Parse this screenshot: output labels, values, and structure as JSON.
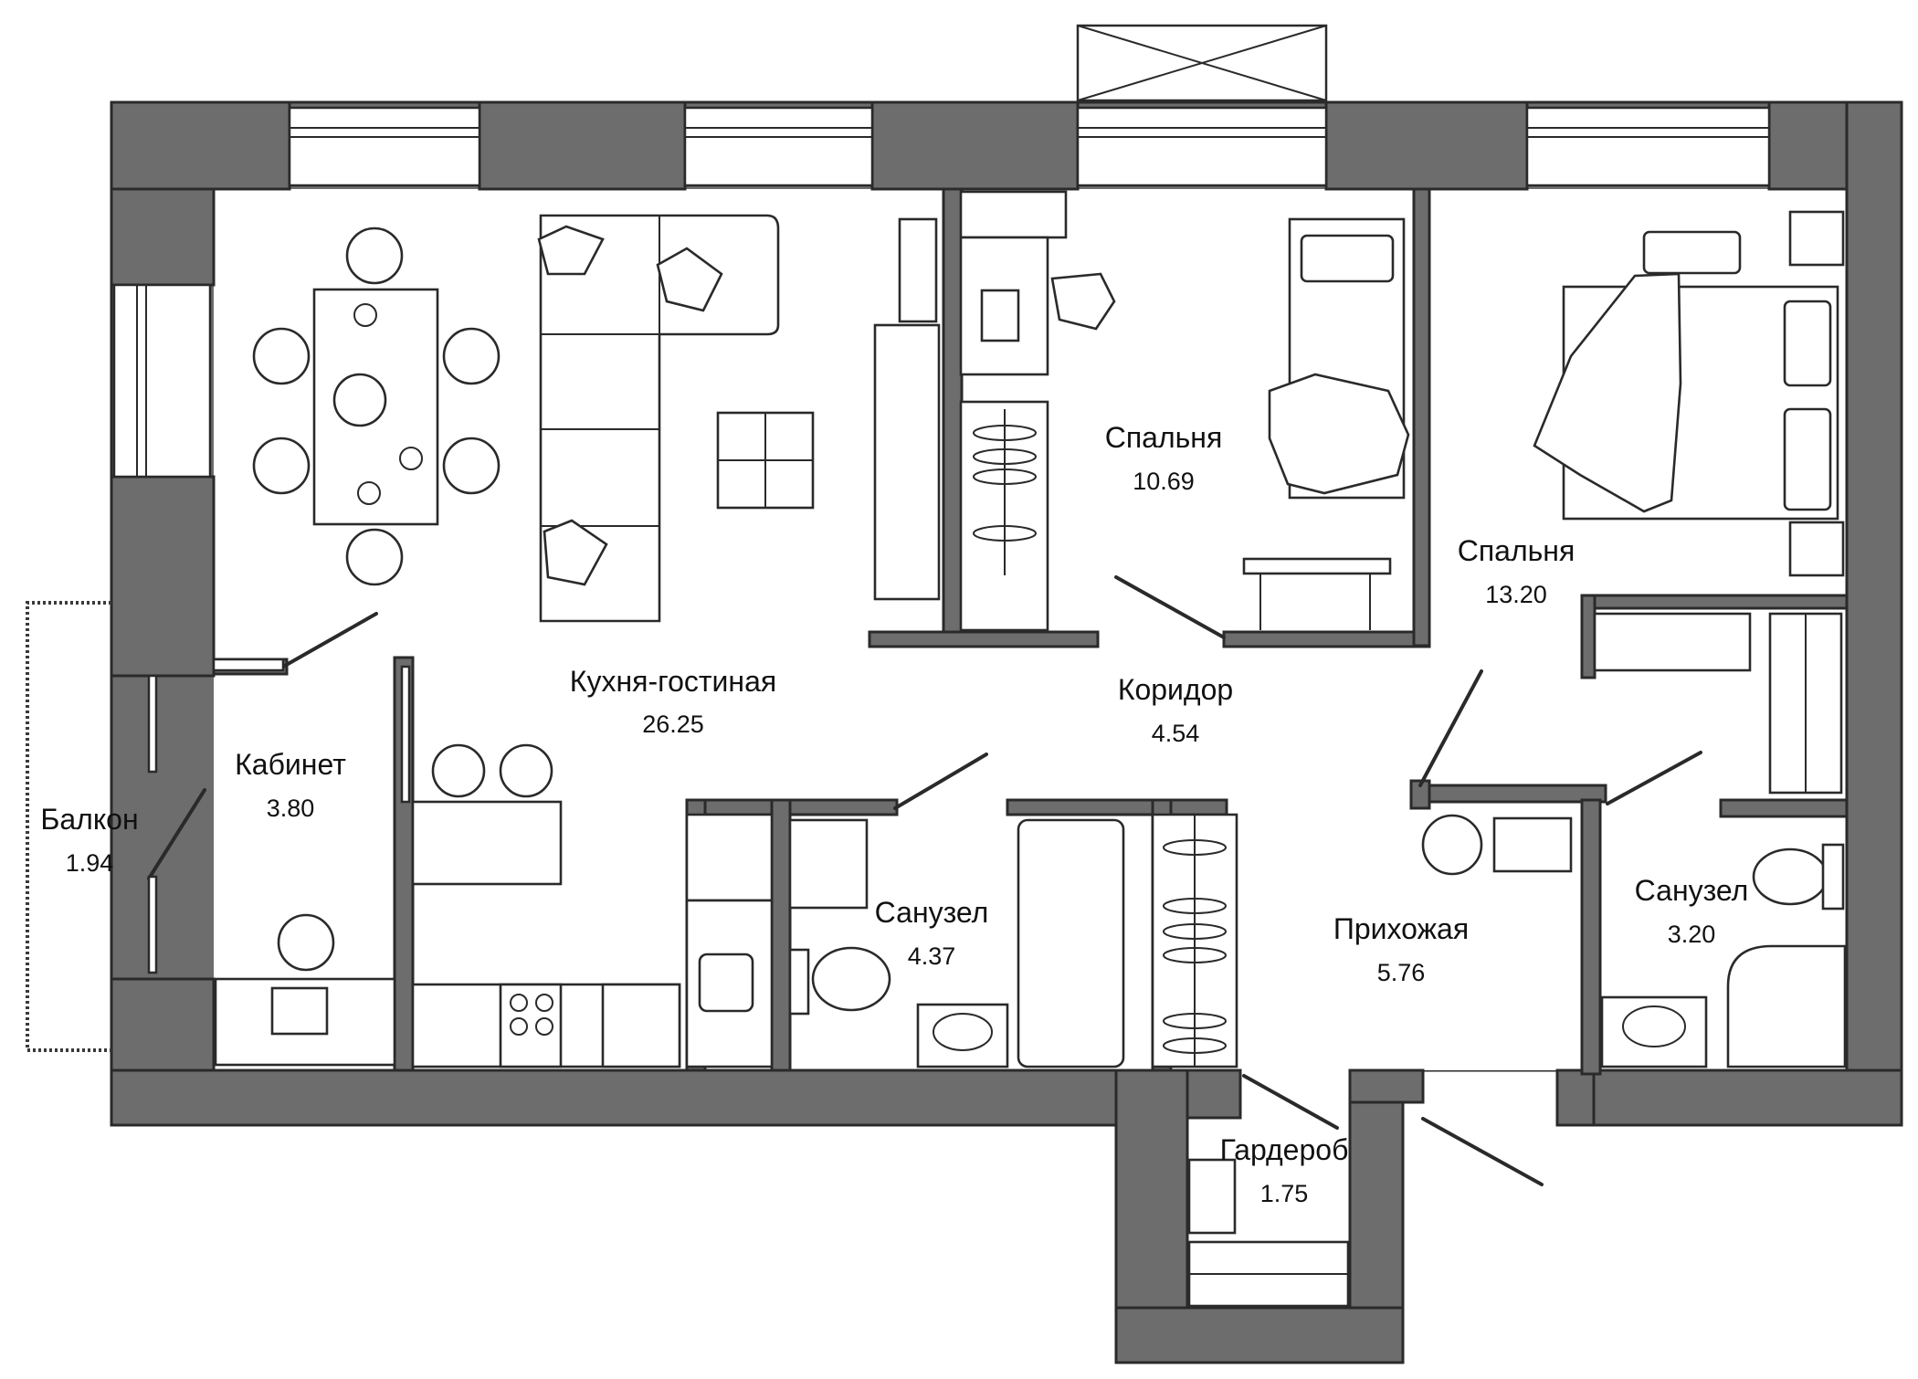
{
  "rooms": [
    {
      "id": "kitchen_living",
      "name": "Кухня-гостиная",
      "area": "26.25"
    },
    {
      "id": "bedroom_small",
      "name": "Спальня",
      "area": "10.69"
    },
    {
      "id": "bedroom_large",
      "name": "Спальня",
      "area": "13.20"
    },
    {
      "id": "corridor",
      "name": "Коридор",
      "area": "4.54"
    },
    {
      "id": "study",
      "name": "Кабинет",
      "area": "3.80"
    },
    {
      "id": "balcony",
      "name": "Балкон",
      "area": "1.94"
    },
    {
      "id": "bathroom_main",
      "name": "Санузел",
      "area": "4.37"
    },
    {
      "id": "hallway",
      "name": "Прихожая",
      "area": "5.76"
    },
    {
      "id": "bathroom_second",
      "name": "Санузел",
      "area": "3.20"
    },
    {
      "id": "wardrobe",
      "name": "Гардероб",
      "area": "1.75"
    }
  ],
  "colors": {
    "wall": "#6d6d6d",
    "outline": "#2a2a2a",
    "floor": "#ffffff",
    "text": "#111111"
  }
}
